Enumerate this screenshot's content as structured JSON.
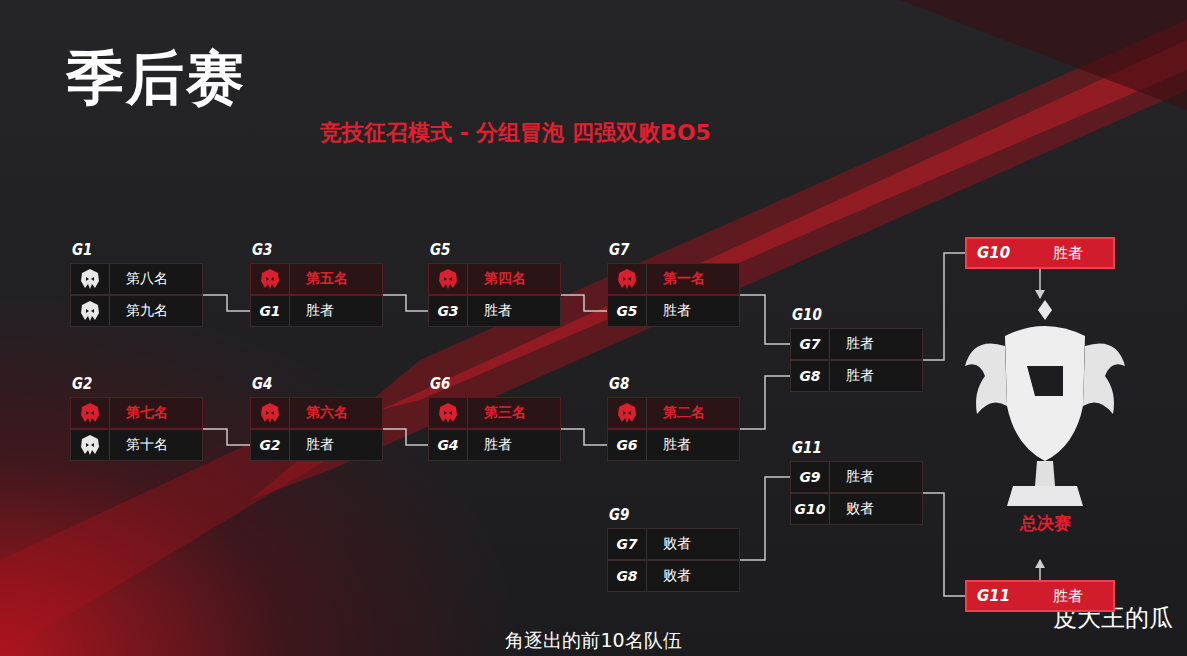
{
  "diagram": {
    "title": "季后赛",
    "caption": "角逐出的前10名队伍",
    "nodes": [
      {
        "text": [
          "G1"
        ]
      },
      {
        "text": [
          "第八名"
        ],
        "in": 0
      },
      {
        "text": [
          "第九名"
        ],
        "in": 0
      },
      {
        "text": [
          "G2"
        ]
      },
      {
        "text": [
          "第七名"
        ],
        "in": 3
      },
      {
        "text": [
          "第十名"
        ],
        "in": 3
      },
      {
        "text": [
          "G3"
        ]
      },
      {
        "text": [
          "第五名"
        ],
        "in": 6
      },
      {
        "text": [
          "G1",
          "胜者"
        ],
        "in": 6
      },
      {
        "text": [
          "G4"
        ]
      },
      {
        "text": [
          "第六名"
        ],
        "in": 9
      },
      {
        "text": [
          "G2",
          "胜者"
        ],
        "in": 9
      },
      {
        "text": [
          "G5"
        ]
      },
      {
        "text": [
          "第四名"
        ],
        "in": 12
      },
      {
        "text": [
          "G3",
          "胜者"
        ],
        "in": 12
      },
      {
        "text": [
          "G6"
        ]
      },
      {
        "text": [
          "第三名"
        ],
        "in": 15
      },
      {
        "text": [
          "G4",
          "胜者"
        ],
        "in": 15
      },
      {
        "text": [
          "G7"
        ]
      },
      {
        "text": [
          "第一名"
        ],
        "in": 18
      },
      {
        "text": [
          "G5",
          "胜者"
        ],
        "in": 18
      },
      {
        "text": [
          "G8"
        ]
      },
      {
        "text": [
          "第二名"
        ],
        "in": 21
      },
      {
        "text": [
          "G6",
          "胜者"
        ],
        "in": 21
      },
      {
        "text": [
          "G10"
        ]
      },
      {
        "text": [
          "G7",
          "胜者"
        ],
        "in": 24
      },
      {
        "text": [
          "G8",
          "胜者"
        ],
        "in": 24
      },
      {
        "text": [
          "G11"
        ]
      },
      {
        "text": [
          "G9",
          "胜者"
        ],
        "in": 27
      },
      {
        "text": [
          "G10",
          "败者"
        ],
        "in": 27
      },
      {
        "text": [
          "G9"
        ]
      },
      {
        "text": [
          "G7",
          "败者"
        ],
        "in": 30
      },
      {
        "text": [
          "G8",
          "败者"
        ],
        "in": 30
      },
      {
        "text": [
          "G10",
          "胜者"
        ]
      },
      {
        "text": [
          "总决赛"
        ]
      },
      {
        "text": [
          "G11",
          "胜者"
        ]
      }
    ],
    "edges": [
      {
        "from": 0,
        "to": 8,
        "arrow": "none"
      },
      {
        "from": 3,
        "to": 11,
        "arrow": "none"
      },
      {
        "from": 6,
        "to": 14,
        "arrow": "none"
      },
      {
        "from": 9,
        "to": 17,
        "arrow": "none"
      },
      {
        "from": 12,
        "to": 20,
        "arrow": "none"
      },
      {
        "from": 15,
        "to": 23,
        "arrow": "none"
      },
      {
        "from": 18,
        "to": 25,
        "arrow": "none"
      },
      {
        "from": 21,
        "to": 26,
        "arrow": "none"
      },
      {
        "from": 30,
        "to": 28,
        "arrow": "none"
      },
      {
        "from": 24,
        "to": 33,
        "arrow": "none"
      },
      {
        "from": 27,
        "to": 35,
        "arrow": "none"
      },
      {
        "from": 33,
        "to": 34,
        "arrow": "to"
      },
      {
        "from": 35,
        "to": 34,
        "arrow": "to"
      }
    ],
    "labels": [
      "竞技征召模式 - 分组冒泡 四强双败BO5",
      "皮大王的瓜"
    ]
  }
}
